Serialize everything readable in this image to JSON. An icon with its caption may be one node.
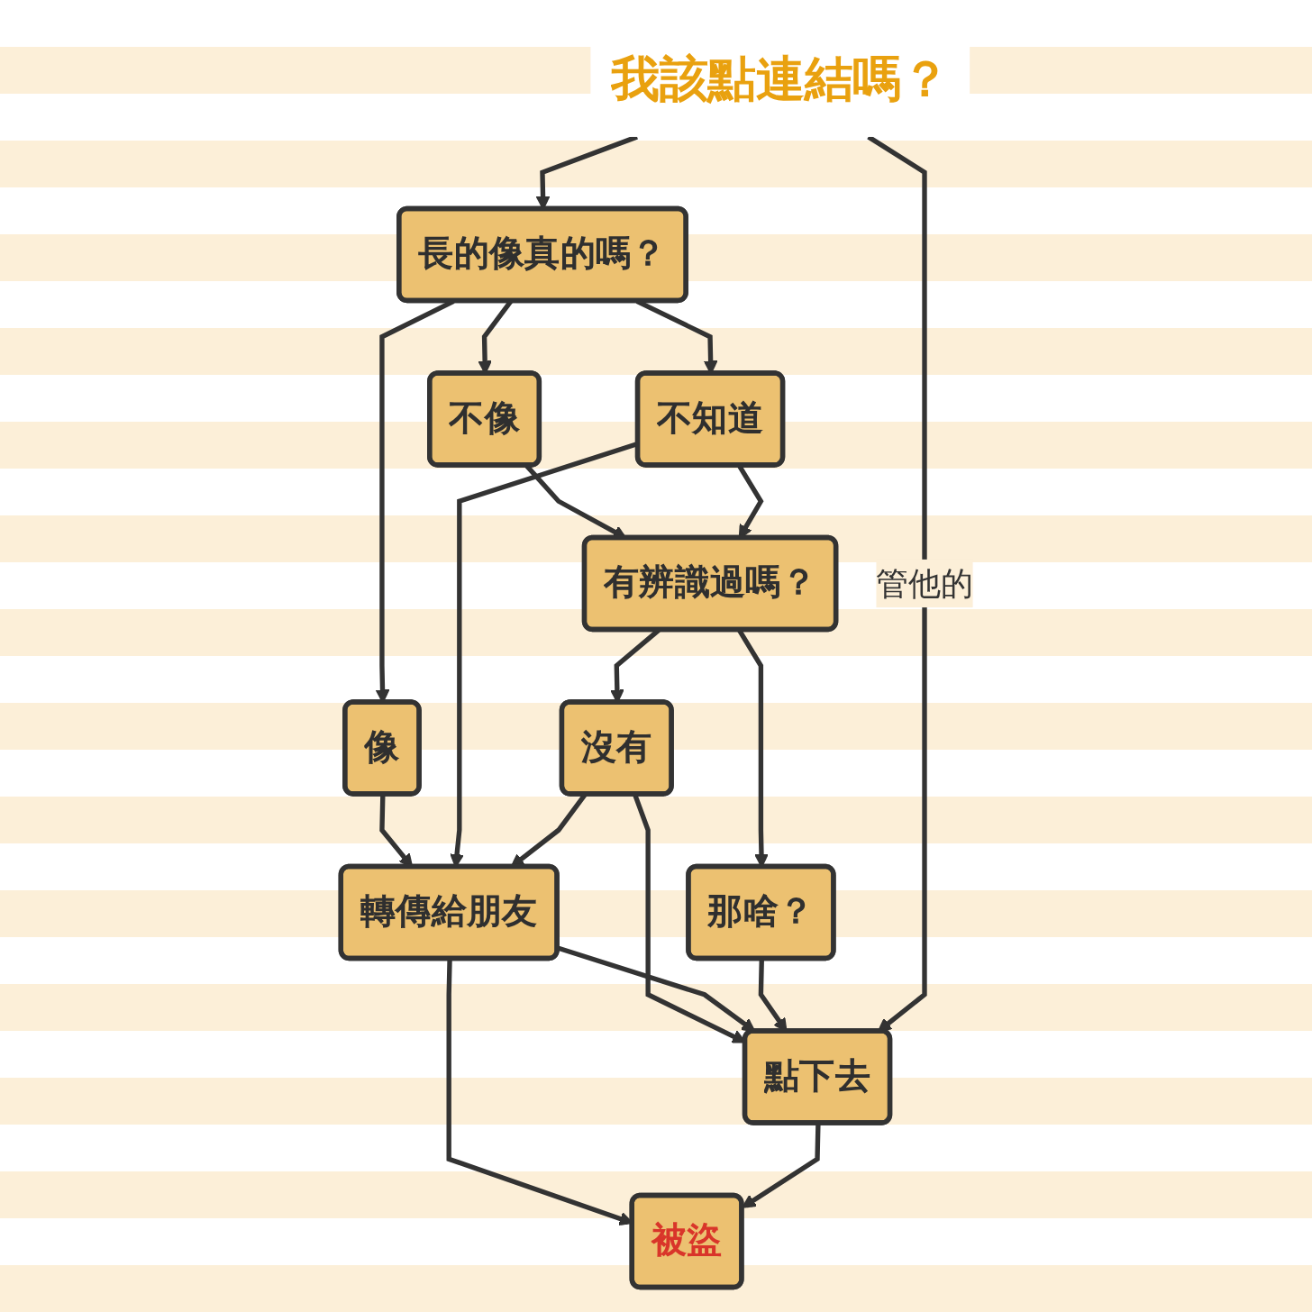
{
  "diagram": {
    "nodes": [
      {
        "text": [
          "我該點連結嗎？"
        ]
      },
      {
        "text": [
          "長的像真的嗎？"
        ]
      },
      {
        "text": [
          "像"
        ]
      },
      {
        "text": [
          "不像"
        ]
      },
      {
        "text": [
          "不知道"
        ]
      },
      {
        "text": [
          "轉傳給朋友"
        ]
      },
      {
        "text": [
          "有辨識過嗎？"
        ]
      },
      {
        "text": [
          "沒有"
        ]
      },
      {
        "text": [
          "那啥？"
        ]
      },
      {
        "text": [
          "點下去"
        ]
      },
      {
        "text": [
          "被盜"
        ]
      }
    ],
    "edges": [
      {
        "from": 0,
        "to": 1,
        "arrow": "to"
      },
      {
        "from": 1,
        "to": 2,
        "arrow": "to"
      },
      {
        "from": 1,
        "to": 3,
        "arrow": "to"
      },
      {
        "from": 1,
        "to": 4,
        "arrow": "to"
      },
      {
        "from": 2,
        "to": 5,
        "arrow": "to"
      },
      {
        "from": 4,
        "to": 5,
        "arrow": "to"
      },
      {
        "from": 3,
        "to": 6,
        "arrow": "to"
      },
      {
        "from": 4,
        "to": 6,
        "arrow": "to"
      },
      {
        "from": 6,
        "to": 7,
        "arrow": "to"
      },
      {
        "from": 7,
        "to": 5,
        "arrow": "to"
      },
      {
        "from": 6,
        "to": 8,
        "arrow": "to"
      },
      {
        "from": 7,
        "to": 9,
        "arrow": "to"
      },
      {
        "from": 5,
        "to": 9,
        "arrow": "to"
      },
      {
        "from": 5,
        "to": 10,
        "arrow": "to"
      },
      {
        "from": 8,
        "to": 9,
        "arrow": "to"
      },
      {
        "from": 9,
        "to": 10,
        "arrow": "to"
      },
      {
        "from": 0,
        "to": 9,
        "arrow": "to",
        "label": "管他的"
      }
    ]
  }
}
